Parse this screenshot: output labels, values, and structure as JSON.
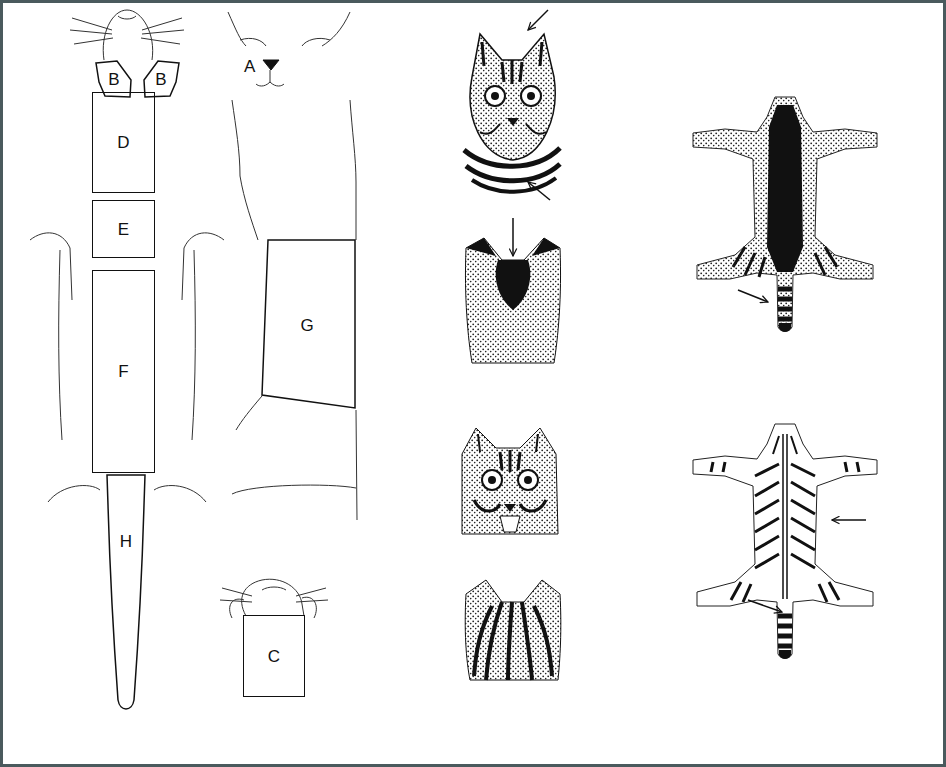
{
  "diagram": {
    "nodes": [
      {
        "text": [
          "B"
        ]
      },
      {
        "text": [
          "B"
        ]
      },
      {
        "text": [
          "D"
        ]
      },
      {
        "text": [
          "E"
        ]
      },
      {
        "text": [
          "F"
        ]
      },
      {
        "text": [
          "H"
        ]
      },
      {
        "text": [
          "G"
        ]
      },
      {
        "text": [
          "C"
        ]
      }
    ],
    "labels": [
      "A"
    ]
  }
}
